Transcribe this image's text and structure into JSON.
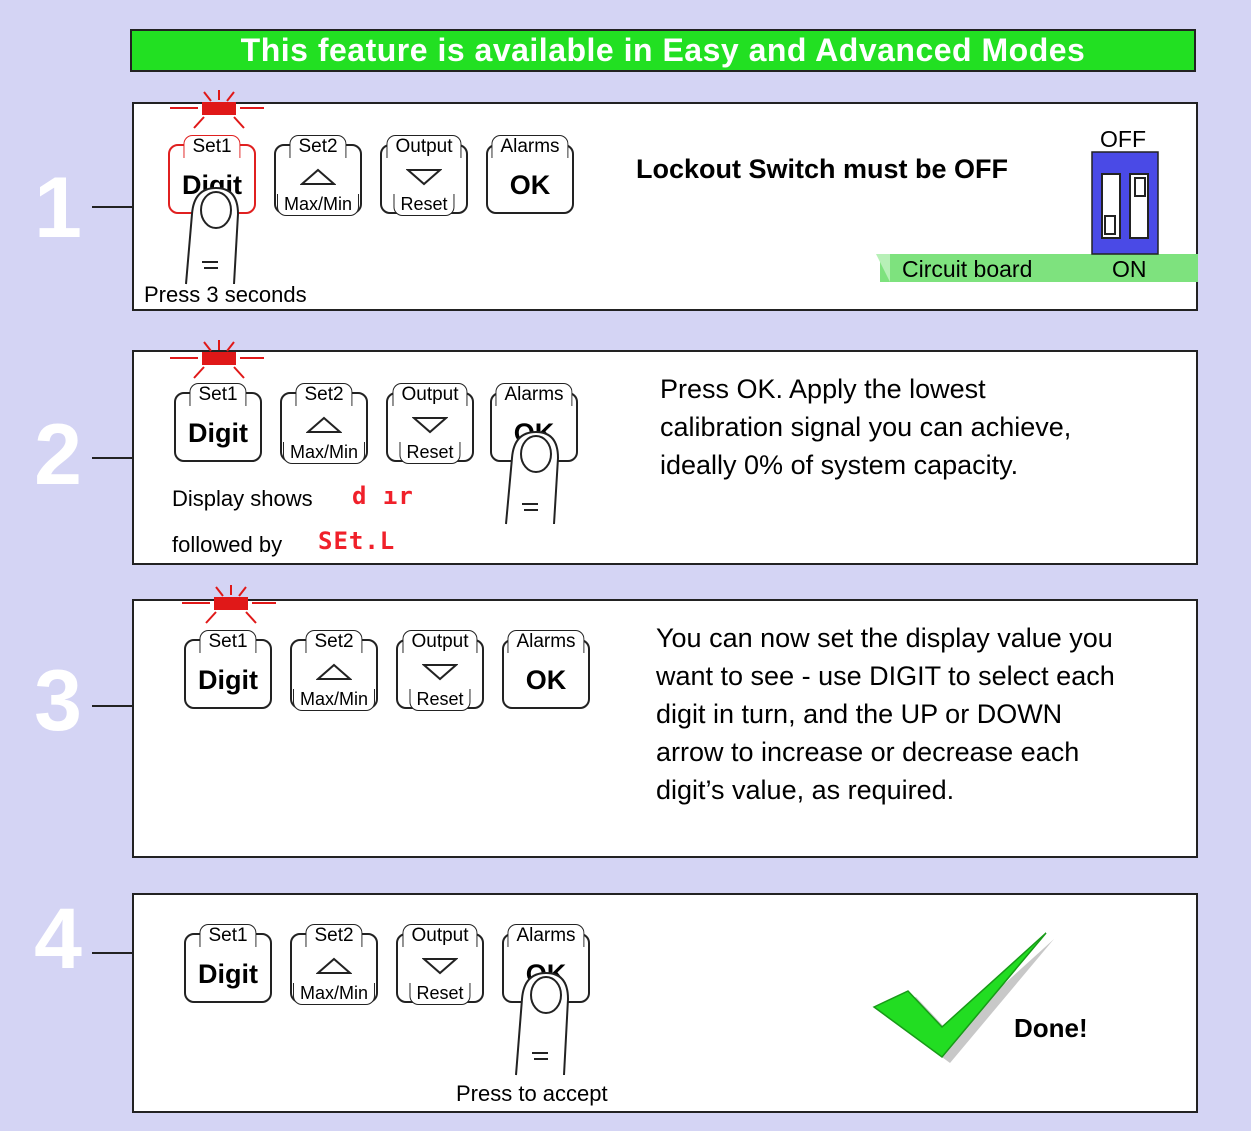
{
  "banner": "This feature is available in Easy and Advanced Modes",
  "keys": {
    "set1": {
      "top": "Set1",
      "main": "Digit"
    },
    "set2": {
      "top": "Set2",
      "bottom": "Max/Min"
    },
    "output": {
      "top": "Output",
      "bottom": "Reset"
    },
    "alarms": {
      "top": "Alarms",
      "main": "OK"
    }
  },
  "step1": {
    "number": "1",
    "caption": "Press 3 seconds",
    "message": "Lockout Switch must be OFF",
    "switch_off": "OFF",
    "switch_on": "ON",
    "board": "Circuit board"
  },
  "step2": {
    "number": "2",
    "display_label": "Display shows",
    "display_value": "d ır",
    "followed_label": "followed by",
    "followed_value": "SEt.L",
    "line1": "Press OK. Apply the lowest",
    "line2": "calibration signal you can achieve,",
    "line3": "ideally  0% of system capacity."
  },
  "step3": {
    "number": "3",
    "line1": "You can now set the display value you",
    "line2": "want to see - use DIGIT to select each",
    "line3": "digit in turn, and the UP or DOWN",
    "line4": "arrow to increase or decrease each",
    "line5": "digit’s value, as required."
  },
  "step4": {
    "number": "4",
    "caption": "Press to accept",
    "done": "Done!"
  },
  "colors": {
    "background": "#d4d4f4",
    "banner": "#22e022",
    "led": "#e01818",
    "check": "#22dd22",
    "display": "#f0202a"
  }
}
